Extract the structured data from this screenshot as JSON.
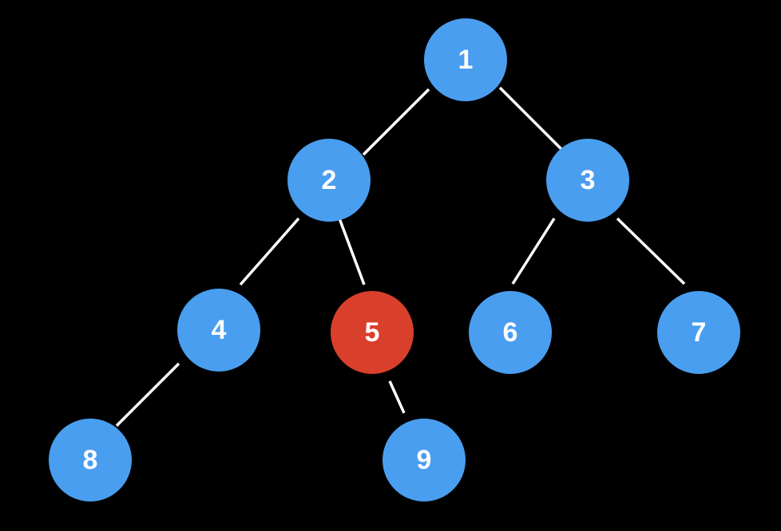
{
  "diagram": {
    "background": "#000000",
    "edge_color": "#ffffff",
    "node_color": "#4a9eef",
    "highlight_color": "#d9402c",
    "label_color": "#ffffff",
    "nodes": [
      {
        "id": "n1",
        "label": "1",
        "highlighted": false
      },
      {
        "id": "n2",
        "label": "2",
        "highlighted": false
      },
      {
        "id": "n3",
        "label": "3",
        "highlighted": false
      },
      {
        "id": "n4",
        "label": "4",
        "highlighted": false
      },
      {
        "id": "n5",
        "label": "5",
        "highlighted": true
      },
      {
        "id": "n6",
        "label": "6",
        "highlighted": false
      },
      {
        "id": "n7",
        "label": "7",
        "highlighted": false
      },
      {
        "id": "n8",
        "label": "8",
        "highlighted": false
      },
      {
        "id": "n9",
        "label": "9",
        "highlighted": false
      }
    ],
    "edges": [
      {
        "from": "1",
        "to": "2"
      },
      {
        "from": "1",
        "to": "3"
      },
      {
        "from": "2",
        "to": "4"
      },
      {
        "from": "2",
        "to": "5"
      },
      {
        "from": "3",
        "to": "6"
      },
      {
        "from": "3",
        "to": "7"
      },
      {
        "from": "4",
        "to": "8"
      },
      {
        "from": "5",
        "to": "9"
      }
    ]
  }
}
